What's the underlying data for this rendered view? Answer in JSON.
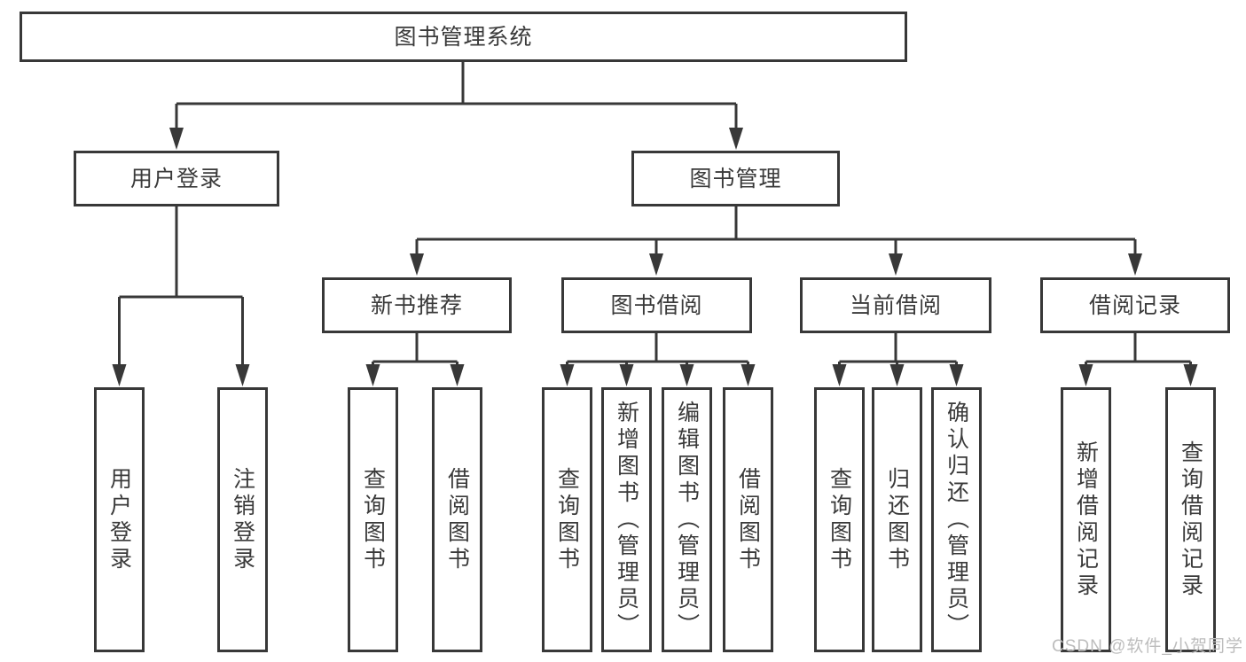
{
  "colors": {
    "line": "#383838",
    "text": "#3a3a3a",
    "box_fill": "#ffffff",
    "watermark": "#bdbdbd"
  },
  "tree": {
    "root": {
      "label": "图书管理系统"
    },
    "branches": [
      {
        "label": "用户登录",
        "children": [
          {
            "label": "用户登录"
          },
          {
            "label": "注销登录"
          }
        ]
      },
      {
        "label": "图书管理",
        "children": [
          {
            "label": "新书推荐",
            "children": [
              {
                "label": "查询图书"
              },
              {
                "label": "借阅图书"
              }
            ]
          },
          {
            "label": "图书借阅",
            "children": [
              {
                "label": "查询图书"
              },
              {
                "label": "新增图书（管理员）"
              },
              {
                "label": "编辑图书（管理员）"
              },
              {
                "label": "借阅图书"
              }
            ]
          },
          {
            "label": "当前借阅",
            "children": [
              {
                "label": "查询图书"
              },
              {
                "label": "归还图书"
              },
              {
                "label": "确认归还（管理员）"
              }
            ]
          },
          {
            "label": "借阅记录",
            "children": [
              {
                "label": "新增借阅记录"
              },
              {
                "label": "查询借阅记录"
              }
            ]
          }
        ]
      }
    ]
  },
  "watermark": "CSDN @软件_小贺同学"
}
